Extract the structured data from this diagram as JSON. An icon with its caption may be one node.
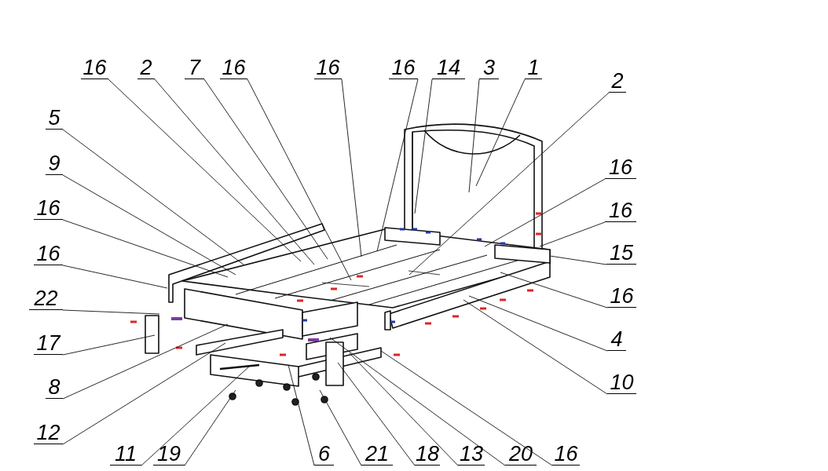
{
  "diagram": {
    "nodes": [
      {
        "text": [
          "16"
        ]
      },
      {
        "text": [
          "2"
        ]
      },
      {
        "text": [
          "7"
        ]
      },
      {
        "text": [
          "16"
        ]
      },
      {
        "text": [
          "16"
        ]
      },
      {
        "text": [
          "16"
        ]
      },
      {
        "text": [
          "14"
        ]
      },
      {
        "text": [
          "3"
        ]
      },
      {
        "text": [
          "1"
        ]
      },
      {
        "text": [
          "2"
        ]
      },
      {
        "text": [
          "5"
        ]
      },
      {
        "text": [
          "9"
        ]
      },
      {
        "text": [
          "16"
        ]
      },
      {
        "text": [
          "16"
        ]
      },
      {
        "text": [
          "22"
        ]
      },
      {
        "text": [
          "17"
        ]
      },
      {
        "text": [
          "8"
        ]
      },
      {
        "text": [
          "12"
        ]
      },
      {
        "text": [
          "16"
        ]
      },
      {
        "text": [
          "16"
        ]
      },
      {
        "text": [
          "15"
        ]
      },
      {
        "text": [
          "16"
        ]
      },
      {
        "text": [
          "4"
        ]
      },
      {
        "text": [
          "10"
        ]
      },
      {
        "text": [
          "11"
        ]
      },
      {
        "text": [
          "19"
        ]
      },
      {
        "text": [
          "6"
        ]
      },
      {
        "text": [
          "21"
        ]
      },
      {
        "text": [
          "18"
        ]
      },
      {
        "text": [
          "13"
        ]
      },
      {
        "text": [
          "20"
        ]
      },
      {
        "text": [
          "16"
        ]
      }
    ],
    "edges": [
      {
        "from": 0,
        "to": null,
        "arrow": "none"
      },
      {
        "from": 1,
        "to": null,
        "arrow": "none"
      },
      {
        "from": 2,
        "to": null,
        "arrow": "none"
      },
      {
        "from": 3,
        "to": null,
        "arrow": "none"
      },
      {
        "from": 4,
        "to": null,
        "arrow": "none"
      },
      {
        "from": 5,
        "to": null,
        "arrow": "none"
      },
      {
        "from": 6,
        "to": null,
        "arrow": "none"
      },
      {
        "from": 7,
        "to": null,
        "arrow": "none"
      },
      {
        "from": 8,
        "to": null,
        "arrow": "none"
      },
      {
        "from": 9,
        "to": null,
        "arrow": "none"
      },
      {
        "from": 10,
        "to": null,
        "arrow": "none"
      },
      {
        "from": 11,
        "to": null,
        "arrow": "none"
      },
      {
        "from": 12,
        "to": null,
        "arrow": "none"
      },
      {
        "from": 13,
        "to": null,
        "arrow": "none"
      },
      {
        "from": 14,
        "to": null,
        "arrow": "none"
      },
      {
        "from": 15,
        "to": null,
        "arrow": "none"
      },
      {
        "from": 16,
        "to": null,
        "arrow": "none"
      },
      {
        "from": 17,
        "to": null,
        "arrow": "none"
      },
      {
        "from": 18,
        "to": null,
        "arrow": "none"
      },
      {
        "from": 19,
        "to": null,
        "arrow": "none"
      },
      {
        "from": 20,
        "to": null,
        "arrow": "none"
      },
      {
        "from": 21,
        "to": null,
        "arrow": "none"
      },
      {
        "from": 22,
        "to": null,
        "arrow": "none"
      },
      {
        "from": 23,
        "to": null,
        "arrow": "none"
      },
      {
        "from": 24,
        "to": null,
        "arrow": "none"
      },
      {
        "from": 25,
        "to": null,
        "arrow": "none"
      },
      {
        "from": 26,
        "to": null,
        "arrow": "none"
      },
      {
        "from": 27,
        "to": null,
        "arrow": "none"
      },
      {
        "from": 28,
        "to": null,
        "arrow": "none"
      },
      {
        "from": 29,
        "to": null,
        "arrow": "none"
      },
      {
        "from": 30,
        "to": null,
        "arrow": "none"
      },
      {
        "from": 31,
        "to": null,
        "arrow": "none"
      }
    ]
  }
}
